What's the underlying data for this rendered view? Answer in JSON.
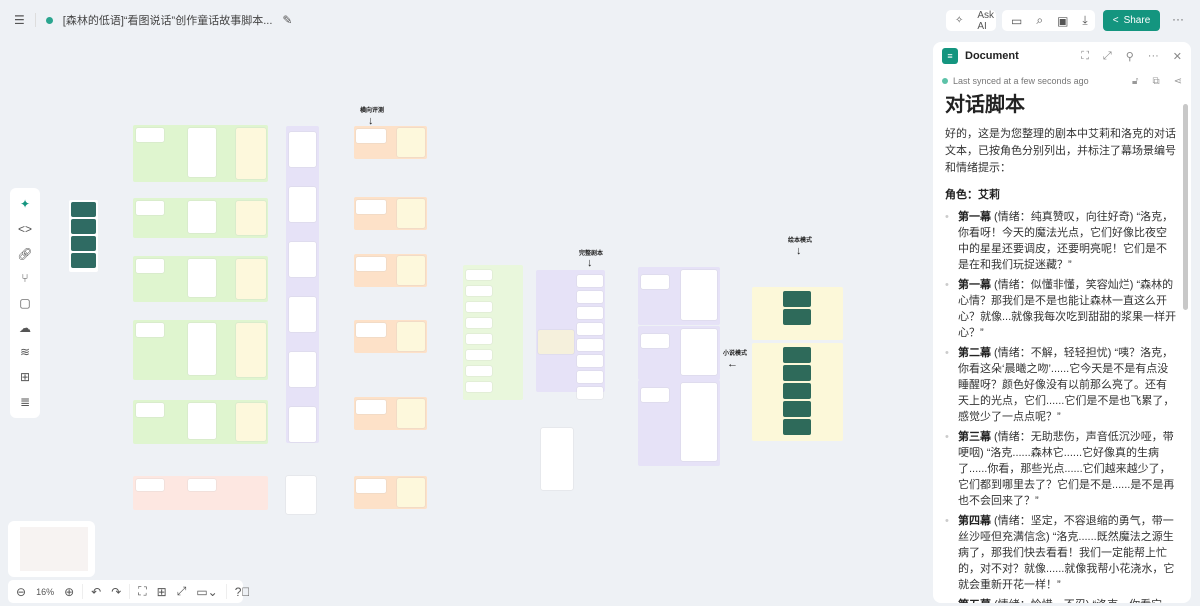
{
  "topbar": {
    "title": "[森林的低语]“看图说话”创作童话故事脚本...",
    "ask_ai": "Ask AI",
    "share": "Share"
  },
  "panel": {
    "title": "Document",
    "sync": "Last synced at a few seconds ago",
    "heading": "对话脚本",
    "intro": "好的，这是为您整理的剧本中艾莉和洛克的对话文本，已按角色分别列出，并标注了幕场景编号和情绪提示：",
    "role": "角色：艾莉",
    "items": [
      {
        "scene": "第一幕",
        "text": " (情绪：纯真赞叹，向往好奇) “洛克，你看呀！今天的魔法光点，它们好像比夜空中的星星还要调皮，还要明亮呢！它们是不是在和我们玩捉迷藏？”"
      },
      {
        "scene": "第一幕",
        "text": " (情绪：似懂非懂，笑容灿烂) “森林的心情？那我们是不是也能让森林一直这么开心？就像...就像我每次吃到甜甜的浆果一样开心？”"
      },
      {
        "scene": "第二幕",
        "text": " (情绪：不解，轻轻担忧) “咦？洛克，你看这朵‘晨曦之吻’......它今天是不是有点没睡醒呀？颜色好像没有以前那么亮了。还有天上的光点，它们......它们是不是也飞累了，感觉少了一点点呢？”"
      },
      {
        "scene": "第三幕",
        "text": " (情绪：无助悲伤，声音低沉沙哑，带哽咽) “洛克......森林它......它好像真的生病了......你看，那些光点......它们越来越少了，它们都到哪里去了？它们是不是......是不是再也不会回来了？”"
      },
      {
        "scene": "第四幕",
        "text": " (情绪：坚定，不容退缩的勇气，带一丝沙哑但充满信念) “洛克......既然魔法之源生病了，那我们快去看看！我们一定能帮上忙的，对不对？就像......就像我帮小花浇水，它就会重新开花一样！”"
      },
      {
        "scene": "第五幕",
        "text": " (情绪：怜惜，不忍) “洛克，你看它们......"
      }
    ]
  },
  "canvas": {
    "labels": [
      "横向评测",
      "完整剧本",
      "绘本模式",
      "小说模式"
    ]
  },
  "zoom": {
    "level": "16%"
  }
}
